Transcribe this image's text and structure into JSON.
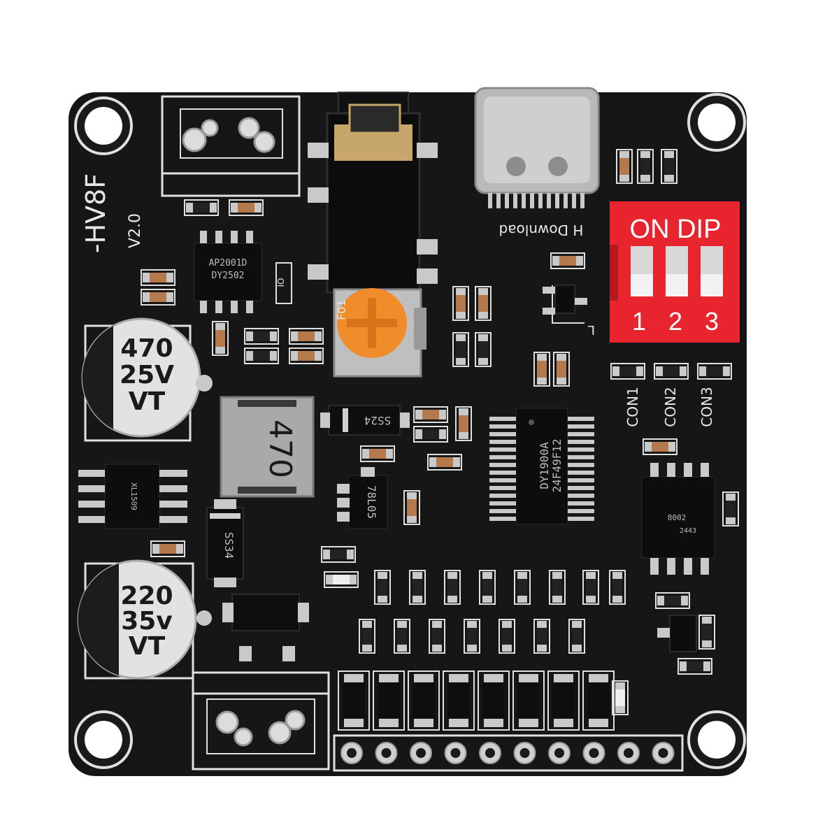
{
  "board": {
    "name": "-HV8F",
    "version": "V2.0",
    "colors": {
      "pcb": "#161616",
      "silk": "#e8e8e8",
      "dip": "#e8242f",
      "pot": "#f08c2a"
    }
  },
  "chips": {
    "regulator": [
      "AP2001D",
      "DY2502"
    ],
    "main": [
      "DY1900A",
      "24F49F12"
    ],
    "ldo": "78L05",
    "buck": "XL1509",
    "amp": [
      "8002",
      "2443"
    ]
  },
  "capacitors": {
    "top": [
      "470",
      "25V",
      "VT"
    ],
    "bottom": [
      "220",
      "35v",
      "VT"
    ]
  },
  "inductor": "470",
  "diodes": [
    "SS24",
    "SS34"
  ],
  "pot_label": "F01",
  "usb_label": "H Download",
  "dip": {
    "title": "ON DIP",
    "numbers": [
      "1",
      "2",
      "3"
    ]
  },
  "connectors": [
    "CON1",
    "CON2",
    "CON3"
  ],
  "labels": {
    "io": "IO",
    "l": "L"
  }
}
